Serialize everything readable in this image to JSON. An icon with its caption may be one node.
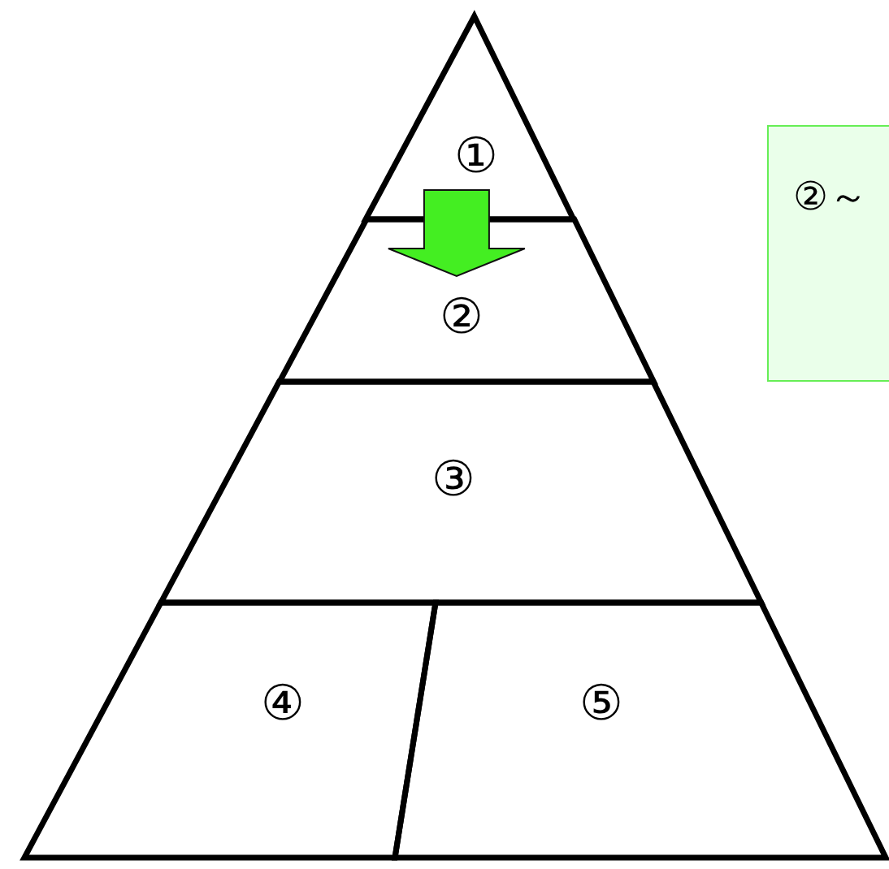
{
  "diagram": {
    "nodes": [
      {
        "text": [
          "①"
        ]
      },
      {
        "text": [
          "②"
        ]
      },
      {
        "text": [
          "③"
        ]
      },
      {
        "text": [
          "④"
        ]
      },
      {
        "text": [
          "⑤"
        ]
      },
      {
        "text": [
          "②～"
        ]
      }
    ],
    "edges": [
      {
        "from": 0,
        "to": 1,
        "arrow": "to",
        "style": "thick",
        "color": "#44ee22"
      }
    ]
  }
}
